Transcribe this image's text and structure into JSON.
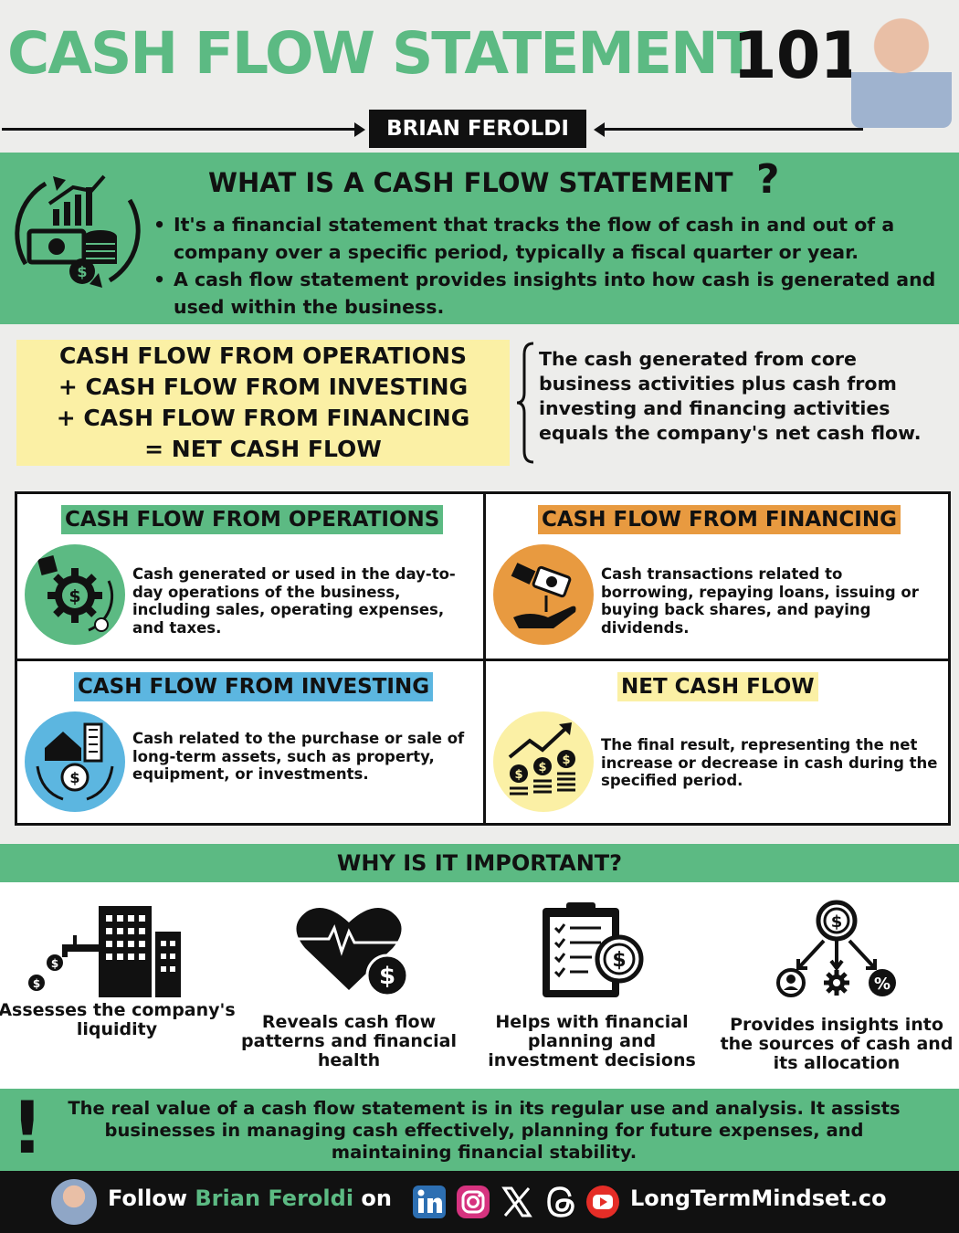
{
  "header": {
    "title": "CASH FLOW STATEMENT",
    "title_number": "101",
    "author": "BRIAN FEROLDI"
  },
  "what_is": {
    "title": "WHAT IS A CASH FLOW STATEMENT",
    "qmark": "?",
    "bullets": [
      "It's a financial statement that tracks the flow of cash in and out of a company over a specific period, typically a fiscal quarter or year.",
      "A cash flow statement provides insights into how cash is generated and used within the business."
    ]
  },
  "formula": {
    "lines": [
      "CASH FLOW FROM OPERATIONS",
      "+ CASH FLOW FROM INVESTING",
      "+ CASH FLOW FROM FINANCING",
      "= NET CASH FLOW"
    ],
    "description": "The cash generated from core business activities plus cash from investing and financing activities equals the company's net cash flow."
  },
  "sections": [
    {
      "title": "CASH FLOW FROM OPERATIONS",
      "text": "Cash generated or used in the day-to-day operations of the business, including sales, operating expenses, and taxes.",
      "color": "#5cba83",
      "icon": "gear-dollar-icon"
    },
    {
      "title": "CASH FLOW FROM FINANCING",
      "text": "Cash transactions related to borrowing, repaying loans, issuing or buying back shares, and paying dividends.",
      "color": "#e89a40",
      "icon": "hand-money-icon"
    },
    {
      "title": "CASH FLOW FROM INVESTING",
      "text": "Cash related to the purchase or sale of long-term assets, such as property, equipment, or investments.",
      "color": "#5cb6e0",
      "icon": "property-investment-icon"
    },
    {
      "title": "NET CASH FLOW",
      "text": "The final result, representing the net increase or decrease in cash during the specified period.",
      "color": "#fbf0a5",
      "icon": "growth-coins-icon"
    }
  ],
  "why": {
    "title": "WHY IS IT IMPORTANT?",
    "items": [
      {
        "text": "Assesses the company's liquidity",
        "icon": "building-faucet-icon"
      },
      {
        "text": "Reveals cash flow patterns and financial health",
        "icon": "heart-dollar-icon"
      },
      {
        "text": "Helps with financial planning and investment decisions",
        "icon": "clipboard-dollar-icon"
      },
      {
        "text": "Provides insights into the sources of cash and its allocation",
        "icon": "dollar-allocation-icon"
      }
    ]
  },
  "callout": {
    "mark": "!",
    "text": "The real value of a cash flow statement is in its regular use and analysis. It assists businesses in managing cash effectively, planning for future expenses, and maintaining financial stability."
  },
  "footer": {
    "follow_prefix": "Follow",
    "follow_name": "Brian Feroldi",
    "follow_suffix": "on",
    "website": "LongTermMindset.co",
    "social_icons": [
      "linkedin-icon",
      "instagram-icon",
      "x-icon",
      "threads-icon",
      "youtube-icon"
    ]
  },
  "colors": {
    "green": "#5cba83",
    "yellow": "#fbf0a5",
    "orange": "#e89a40",
    "blue": "#5cb6e0",
    "dark": "#111111"
  }
}
